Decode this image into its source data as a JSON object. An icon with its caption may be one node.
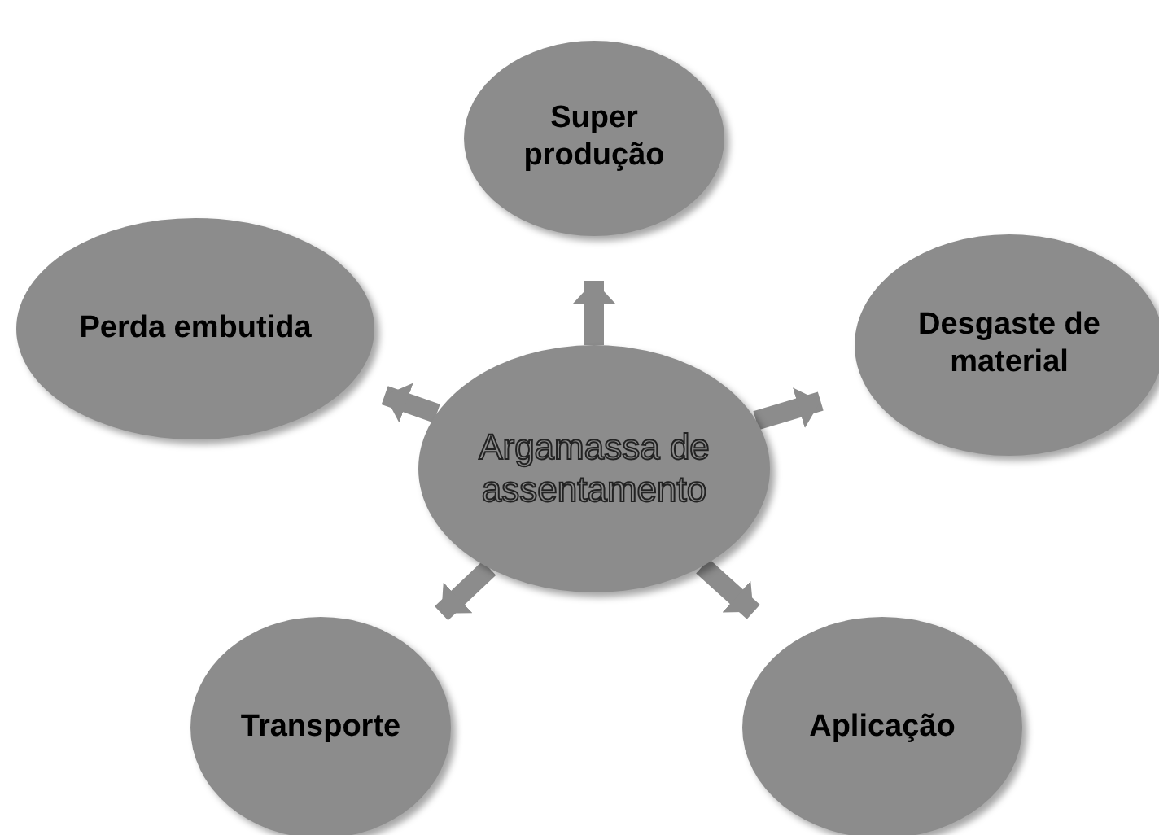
{
  "diagram": {
    "nodes": [
      {
        "text": [
          "Super produção"
        ]
      },
      {
        "text": [
          "Perda embutida"
        ]
      },
      {
        "text": [
          "Desgaste de material"
        ]
      },
      {
        "text": [
          "Argamassa de assentamento"
        ]
      },
      {
        "text": [
          "Transporte"
        ]
      },
      {
        "text": [
          "Aplicação"
        ]
      }
    ],
    "edges": [
      {
        "from": 3,
        "to": 0,
        "arrow": "to"
      },
      {
        "from": 3,
        "to": 1,
        "arrow": "to"
      },
      {
        "from": 3,
        "to": 2,
        "arrow": "to"
      },
      {
        "from": 3,
        "to": 4,
        "arrow": "to"
      },
      {
        "from": 3,
        "to": 5,
        "arrow": "to"
      }
    ]
  }
}
